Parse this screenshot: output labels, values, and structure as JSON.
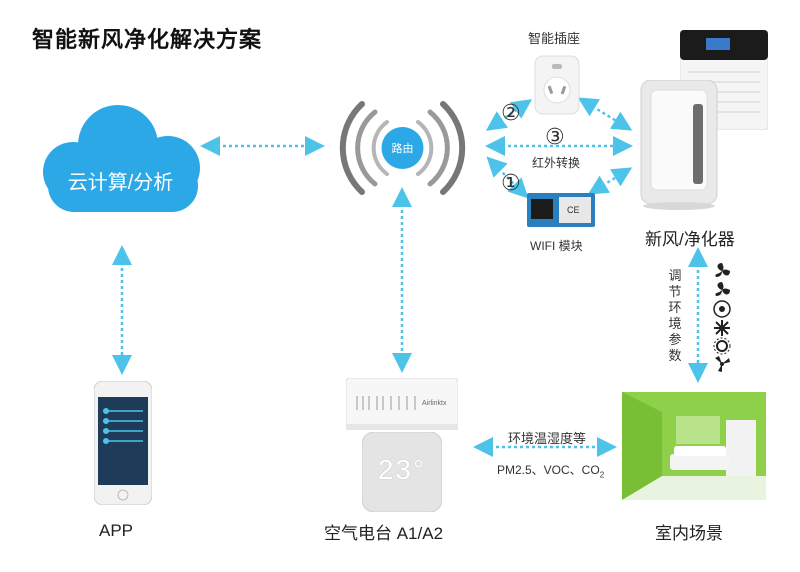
{
  "title": "智能新风净化解决方案",
  "cloud": {
    "label": "云计算/分析",
    "color": "#2da8e6"
  },
  "router": {
    "label": "路由",
    "color": "#2da8e6"
  },
  "smart_socket": {
    "label": "智能插座"
  },
  "ir": {
    "label": "红外转换"
  },
  "wifi_module": {
    "label": "WIFI 模块"
  },
  "purifier": {
    "label": "新风/净化器"
  },
  "steps": {
    "one": "①",
    "two": "②",
    "three": "③"
  },
  "adjust_env": "调节环境参数",
  "app": {
    "label": "APP",
    "screen_color": "#1e3c5a"
  },
  "air_station": {
    "label": "空气电台 A1/A2",
    "display": "23°",
    "brand": "Airlinktx"
  },
  "indoor": {
    "label": "室内场景",
    "wall_color": "#8fd04a"
  },
  "env_data": {
    "label": "环境温湿度等",
    "sub": "PM2.5、VOC、CO",
    "sub_suffix": "2"
  },
  "colors": {
    "arrow": "#4dc3ea",
    "text": "#222222"
  }
}
